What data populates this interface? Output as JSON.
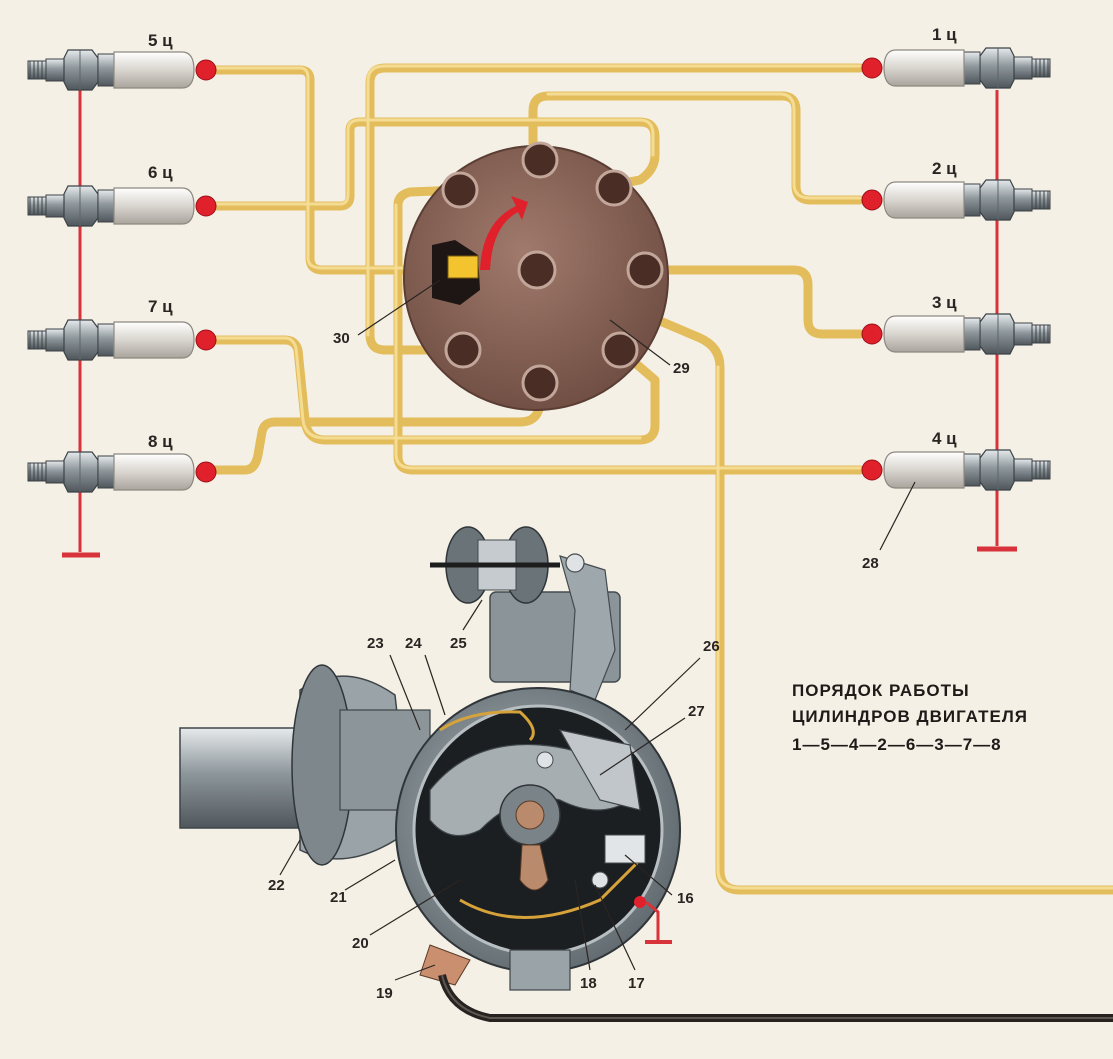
{
  "colors": {
    "background": "#f4f0e6",
    "wire": "#e3bd5c",
    "wire_highlight": "#f4dc93",
    "ground": "#d8323b",
    "distributor_cap": "#8a6457",
    "terminal_red": "#e0202a",
    "metal": "#9aa3a8",
    "dark_cable": "#26221f"
  },
  "plugs": {
    "left": [
      {
        "label": "5 ц"
      },
      {
        "label": "6 ц"
      },
      {
        "label": "7 ц"
      },
      {
        "label": "8 ц"
      }
    ],
    "right": [
      {
        "label": "1 ц"
      },
      {
        "label": "2 ц"
      },
      {
        "label": "3 ц"
      },
      {
        "label": "4 ц"
      }
    ]
  },
  "callouts": {
    "n16": "16",
    "n17": "17",
    "n18": "18",
    "n19": "19",
    "n20": "20",
    "n21": "21",
    "n22": "22",
    "n23": "23",
    "n24": "24",
    "n25": "25",
    "n26": "26",
    "n27": "27",
    "n28": "28",
    "n29": "29",
    "n30": "30"
  },
  "firing_order": {
    "line1": "ПОРЯДОК РАБОТЫ",
    "line2": "ЦИЛИНДРОВ ДВИГАТЕЛЯ",
    "sequence": "1—5—4—2—6—3—7—8"
  },
  "icons": {
    "plug": "spark-plug-icon",
    "ground": "ground-symbol-icon",
    "rotor": "rotation-arrow-icon"
  }
}
